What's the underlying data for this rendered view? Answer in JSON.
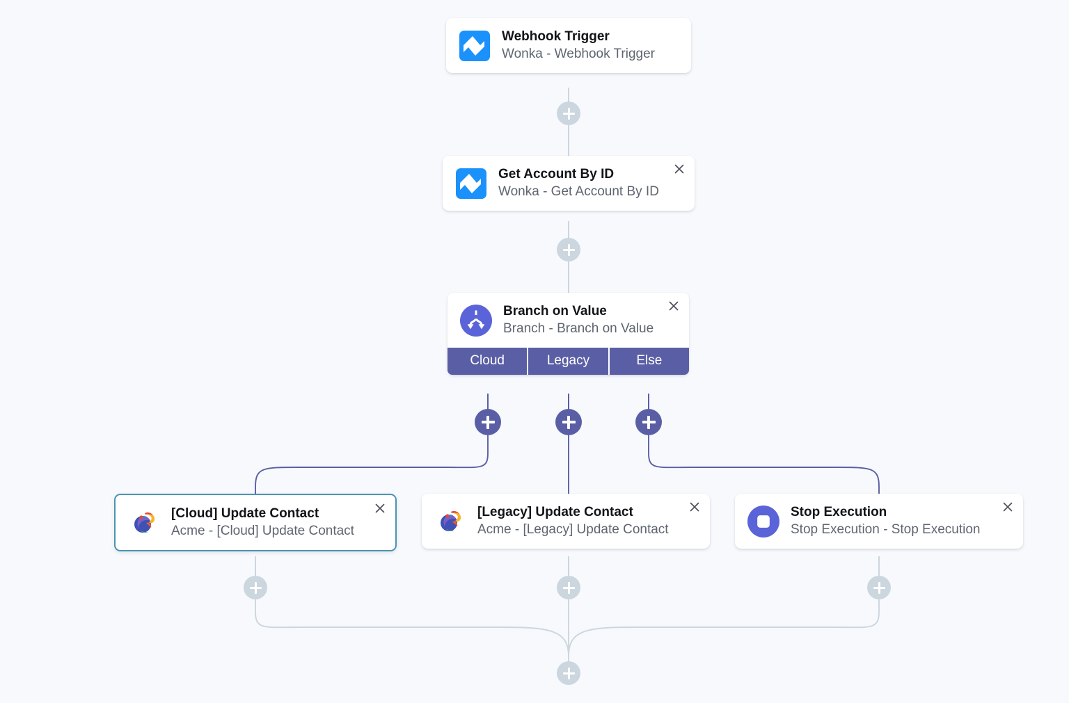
{
  "canvas": {
    "background_color": "#f7f9fc",
    "accent_color": "#5a5fa5",
    "muted_connector_color": "#ccd6df",
    "selected_border_color": "#4b94b3"
  },
  "nodes": [
    {
      "id": "webhook-trigger",
      "title": "Webhook Trigger",
      "subtitle": "Wonka - Webhook Trigger",
      "icon": "wonka-logo-icon",
      "closable": false,
      "selected": false
    },
    {
      "id": "get-account-by-id",
      "title": "Get Account By ID",
      "subtitle": "Wonka - Get Account By ID",
      "icon": "wonka-logo-icon",
      "closable": true,
      "selected": false
    },
    {
      "id": "branch-on-value",
      "title": "Branch on Value",
      "subtitle": "Branch - Branch on Value",
      "icon": "branch-fork-icon",
      "closable": true,
      "selected": false,
      "branches": [
        "Cloud",
        "Legacy",
        "Else"
      ]
    },
    {
      "id": "cloud-update-contact",
      "title": "[Cloud] Update Contact",
      "subtitle": "Acme - [Cloud] Update Contact",
      "icon": "acme-logo-icon",
      "closable": true,
      "selected": true
    },
    {
      "id": "legacy-update-contact",
      "title": "[Legacy] Update Contact",
      "subtitle": "Acme - [Legacy] Update Contact",
      "icon": "acme-logo-icon",
      "closable": true,
      "selected": false
    },
    {
      "id": "stop-execution",
      "title": "Stop Execution",
      "subtitle": "Stop Execution - Stop Execution",
      "icon": "stop-square-icon",
      "closable": true,
      "selected": false
    }
  ],
  "add_buttons": [
    {
      "id": "add-after-webhook-trigger",
      "style": "muted"
    },
    {
      "id": "add-after-get-account-by-id",
      "style": "muted"
    },
    {
      "id": "add-branch-cloud",
      "style": "accent"
    },
    {
      "id": "add-branch-legacy",
      "style": "accent"
    },
    {
      "id": "add-branch-else",
      "style": "accent"
    },
    {
      "id": "add-after-cloud-update-contact",
      "style": "muted"
    },
    {
      "id": "add-after-legacy-update-contact",
      "style": "muted"
    },
    {
      "id": "add-after-stop-execution",
      "style": "muted"
    },
    {
      "id": "add-after-merge",
      "style": "muted"
    }
  ]
}
